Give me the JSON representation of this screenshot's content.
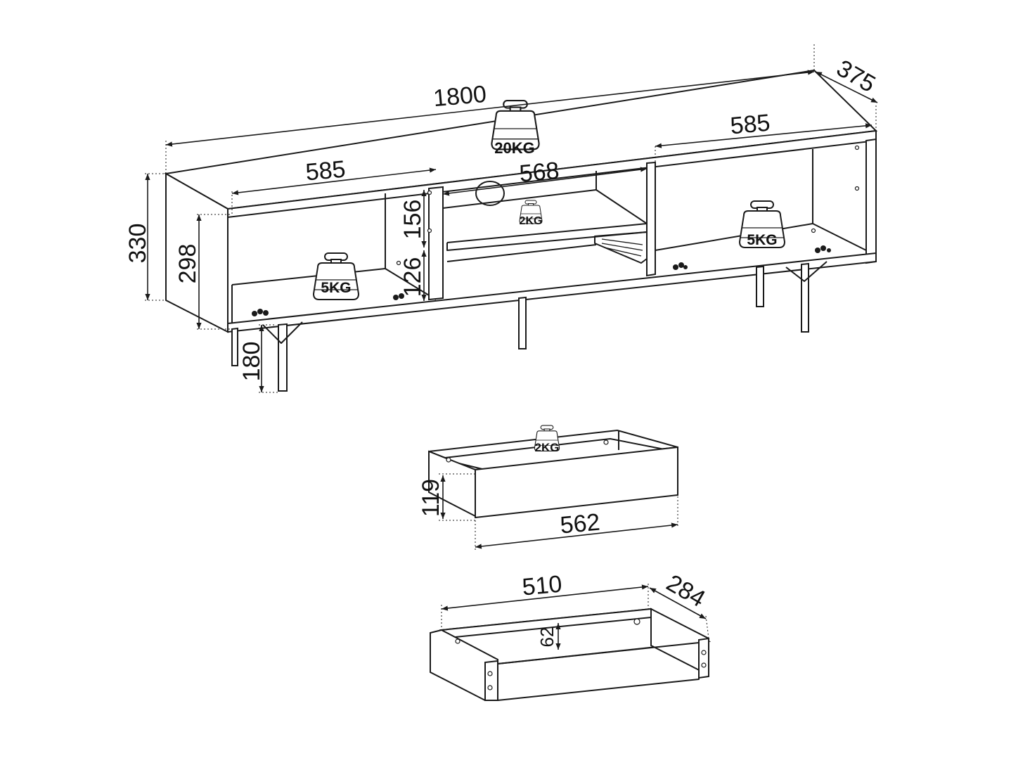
{
  "dimensions": {
    "total_width": "1800",
    "depth": "375",
    "height": "330",
    "inner_height": "298",
    "leg_height": "180",
    "left_compartment_width": "585",
    "right_compartment_width": "585",
    "middle_compartment_width": "568",
    "upper_niche_height": "156",
    "lower_niche_height": "126",
    "drawer_front_height": "119",
    "drawer_front_width": "562",
    "drawer_box_width": "510",
    "drawer_box_depth": "284",
    "drawer_box_height": "62"
  },
  "load_labels": {
    "top": "20KG",
    "middle_shelf": "2KG",
    "left_bottom": "5KG",
    "right_bottom": "5KG",
    "drawer": "2KG"
  },
  "icons": [
    "weight-icon",
    "furniture-drawing"
  ]
}
